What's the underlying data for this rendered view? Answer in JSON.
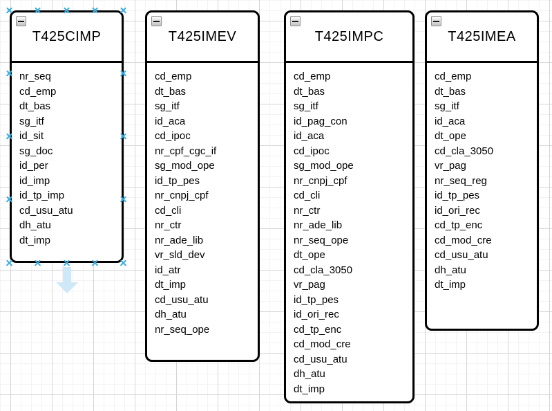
{
  "diagram": {
    "tables": [
      {
        "title": "T425CIMP",
        "selected": true,
        "collapse_icon": "minus-icon",
        "fields": [
          "nr_seq",
          "cd_emp",
          "dt_bas",
          "sg_itf",
          "id_sit",
          "sg_doc",
          "id_per",
          "id_imp",
          "id_tp_imp",
          "cd_usu_atu",
          "dh_atu",
          "dt_imp"
        ]
      },
      {
        "title": "T425IMEV",
        "selected": false,
        "collapse_icon": "minus-icon",
        "fields": [
          "cd_emp",
          "dt_bas",
          "sg_itf",
          "id_aca",
          "cd_ipoc",
          "nr_cpf_cgc_if",
          "sg_mod_ope",
          "id_tp_pes",
          "nr_cnpj_cpf",
          "cd_cli",
          "nr_ctr",
          "nr_ade_lib",
          "vr_sld_dev",
          "id_atr",
          "dt_imp",
          "cd_usu_atu",
          "dh_atu",
          "nr_seq_ope"
        ]
      },
      {
        "title": "T425IMPC",
        "selected": false,
        "collapse_icon": "minus-icon",
        "fields": [
          "cd_emp",
          "dt_bas",
          "sg_itf",
          "id_pag_con",
          "id_aca",
          "cd_ipoc",
          "sg_mod_ope",
          "nr_cnpj_cpf",
          "cd_cli",
          "nr_ctr",
          "nr_ade_lib",
          "nr_seq_ope",
          "dt_ope",
          "cd_cla_3050",
          "vr_pag",
          "id_tp_pes",
          "id_ori_rec",
          "cd_tp_enc",
          "cd_mod_cre",
          "cd_usu_atu",
          "dh_atu",
          "dt_imp"
        ]
      },
      {
        "title": "T425IMEA",
        "selected": false,
        "collapse_icon": "minus-icon",
        "fields": [
          "cd_emp",
          "dt_bas",
          "sg_itf",
          "id_aca",
          "dt_ope",
          "cd_cla_3050",
          "vr_pag",
          "nr_seq_reg",
          "id_tp_pes",
          "id_ori_rec",
          "cd_tp_enc",
          "cd_mod_cre",
          "cd_usu_atu",
          "dh_atu",
          "dt_imp"
        ]
      }
    ],
    "selected_table_indicator": "down-arrow-icon",
    "colors": {
      "selection_handle": "#38ace4",
      "expand_arrow": "#cfe8f8",
      "table_border": "#000000",
      "table_fill": "#ffffff"
    }
  }
}
